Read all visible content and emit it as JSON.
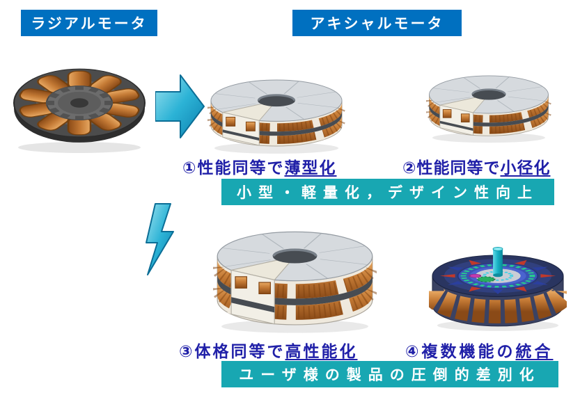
{
  "headers": {
    "radial": "ラジアルモータ",
    "axial": "アキシャルモータ"
  },
  "captions": {
    "thin": {
      "number": "①",
      "text": "性能同等で",
      "underlined": "薄型化"
    },
    "small": {
      "number": "②",
      "text": "性能同等で",
      "underlined": "小径化"
    },
    "high": {
      "number": "③",
      "text": "体格同等で",
      "underlined": "高性能化"
    },
    "multi": {
      "number": "④",
      "text": "複数機能の",
      "underlined": "統合"
    }
  },
  "banners": {
    "upper": "小型・軽量化，デザイン性向上",
    "lower": "ユーザ様の製品の圧倒的差別化"
  },
  "icons": {
    "arrow_right": "block-arrow-right",
    "arrow_zigzag": "lightning-bolt-down"
  },
  "colors": {
    "header_bg": "#0070c0",
    "banner_bg": "#18a7b2",
    "caption_text": "#2020a8",
    "arrow_fill": "#2cb3d6",
    "copper": "#c47a35"
  }
}
